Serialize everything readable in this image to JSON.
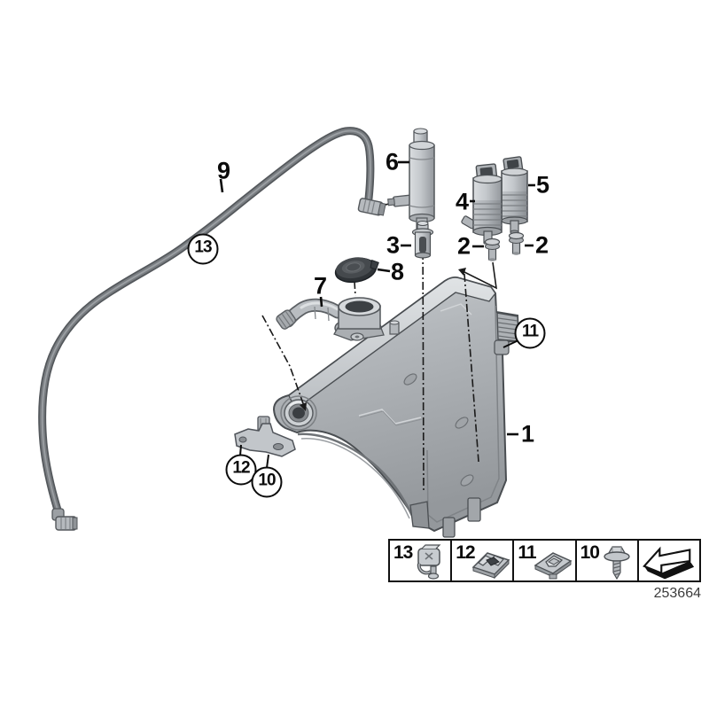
{
  "diagram_number": "253664",
  "callouts": {
    "n1": "1",
    "n2": "2",
    "n3": "3",
    "n4": "4",
    "n5": "5",
    "n6": "6",
    "n7": "7",
    "n8": "8",
    "n9": "9",
    "n10": "10",
    "n11": "11",
    "n12": "12",
    "n13": "13"
  },
  "legend": {
    "cells": [
      {
        "label": "13",
        "icon": "hose-clip-icon"
      },
      {
        "label": "12",
        "icon": "cage-nut-icon"
      },
      {
        "label": "11",
        "icon": "expanding-clip-icon"
      },
      {
        "label": "10",
        "icon": "self-tapping-screw-icon"
      },
      {
        "label": "",
        "icon": "direction-of-travel-arrow-icon"
      }
    ]
  },
  "colors": {
    "background": "#ffffff",
    "part_gray": "#b8bcc0",
    "part_light": "#d8dbde",
    "part_dark": "#8d9195",
    "hose_gray": "#5f6367",
    "cap_dark": "#3a3e42",
    "line_black": "#111111"
  }
}
